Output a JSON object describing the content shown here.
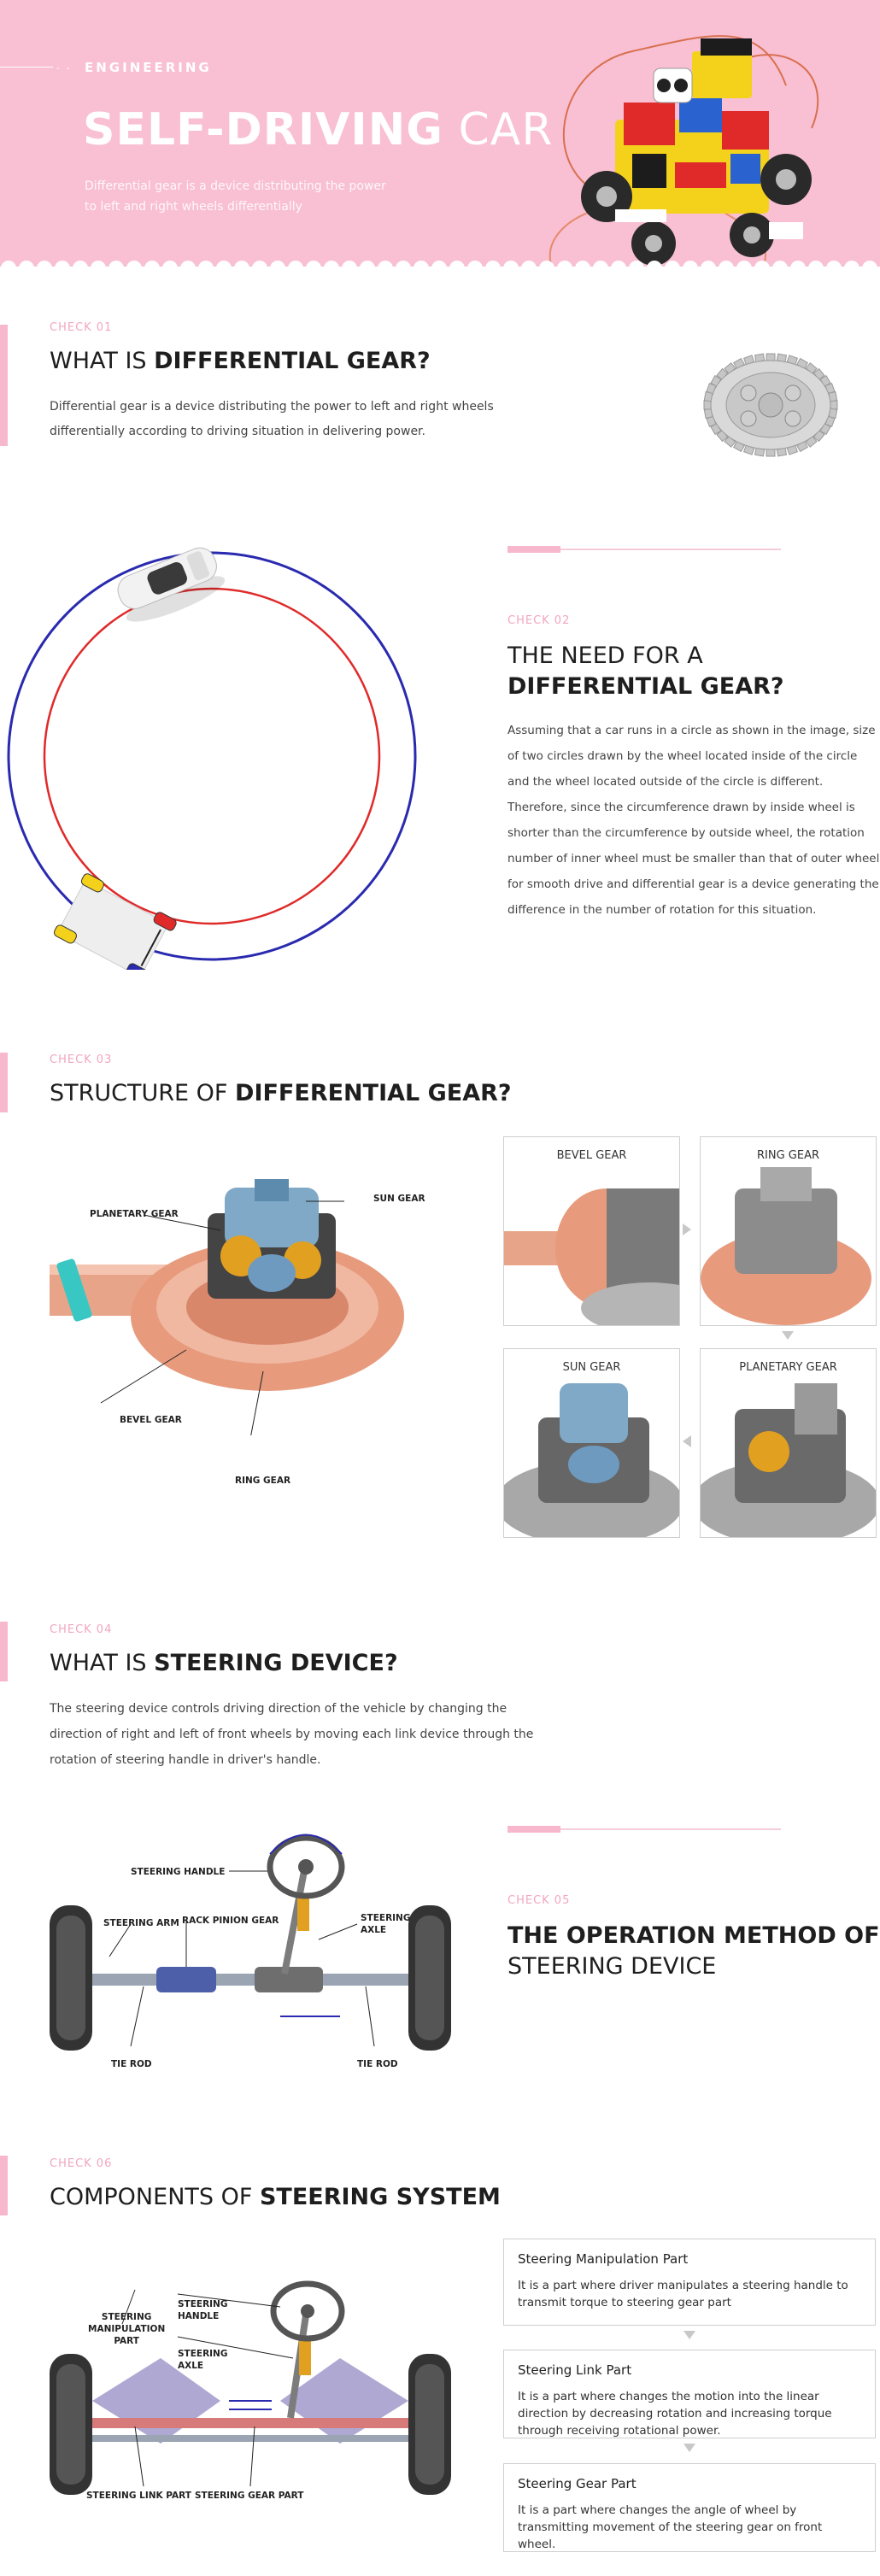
{
  "hero": {
    "dots": "- -",
    "kicker": "ENGINEERING",
    "title_bold": "SELF-DRIVING",
    "title_light": " CAR",
    "description": "Differential gear is a device distributing the power to left and right wheels differentially"
  },
  "section1": {
    "check": "CHECK 01",
    "heading_light": "WHAT IS ",
    "heading_bold": "DIFFERENTIAL GEAR?",
    "text": "Differential gear is a device distributing the power to left and right wheels differentially according to driving situation in delivering power."
  },
  "section2": {
    "check": "CHECK 02",
    "heading_line1": "THE NEED FOR A",
    "heading_line2": "DIFFERENTIAL GEAR?",
    "text": "Assuming that a car runs in a circle as shown in the image, size of two circles drawn by the wheel located inside of the circle and the wheel located outside of the circle is different. Therefore, since the circumference drawn by inside wheel is shorter than the circumference by outside wheel, the rotation number of inner wheel must be smaller than that of outer wheel for smooth drive and differential gear is a device generating the difference in the number of rotation for this situation."
  },
  "section3": {
    "check": "CHECK 03",
    "heading_light": "STRUCTURE OF ",
    "heading_bold": "DIFFERENTIAL GEAR?",
    "labels": {
      "planetary": "PLANETARY GEAR",
      "sun": "SUN GEAR",
      "bevel": "BEVEL GEAR",
      "ring": "RING GEAR"
    },
    "boxes": [
      "BEVEL GEAR",
      "RING GEAR",
      "SUN GEAR",
      "PLANETARY GEAR"
    ]
  },
  "section4": {
    "check": "CHECK 04",
    "heading_light": "WHAT IS ",
    "heading_bold": "STEERING DEVICE?",
    "text": "The steering device controls driving direction of the vehicle by changing the direction of right and left of front wheels by moving each link device through the rotation of steering handle in driver's handle."
  },
  "section5": {
    "check": "CHECK 05",
    "heading_bold": "THE OPERATION METHOD OF",
    "heading_light": "STEERING DEVICE",
    "labels": {
      "handle": "STEERING HANDLE",
      "arm": "STEERING ARM",
      "rack": "RACK PINION GEAR",
      "axle_1": "STEERING",
      "axle_2": "AXLE",
      "tie_left": "TIE ROD",
      "tie_right": "TIE ROD"
    }
  },
  "section6": {
    "check": "CHECK 06",
    "heading_light": "COMPONENTS OF ",
    "heading_bold": "STEERING SYSTEM",
    "labels": {
      "manip_1": "STEERING",
      "manip_2": "MANIPULATION",
      "manip_3": "PART",
      "handle_1": "STEERING",
      "handle_2": "HANDLE",
      "axle_1": "STEERING",
      "axle_2": "AXLE",
      "link": "STEERING LINK PART",
      "gear": "STEERING GEAR PART"
    },
    "components": [
      {
        "title": "Steering Manipulation Part",
        "desc": "It is a part where driver manipulates a steering handle to transmit torque to steering gear part"
      },
      {
        "title": "Steering Link Part",
        "desc": "It is a part where changes the motion into the linear direction by decreasing rotation and increasing torque through receiving rotational power."
      },
      {
        "title": "Steering Gear Part",
        "desc": "It is a part where changes the angle of wheel by transmitting movement of the steering gear on front wheel."
      }
    ]
  },
  "colors": {
    "hero_pink": "#f9bfd3",
    "accent_pink": "#f2a6c0",
    "outer_circle": "#2a2ab0",
    "inner_circle": "#e02a2a",
    "copper": "#e9a083",
    "steel_blue": "#7fa9c6"
  }
}
